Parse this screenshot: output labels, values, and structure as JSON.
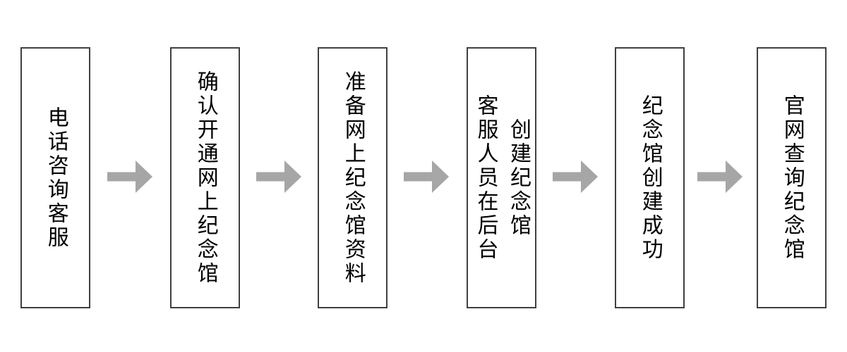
{
  "flowchart": {
    "title": "",
    "steps": [
      {
        "id": 1,
        "label": "电话咨询客服"
      },
      {
        "id": 2,
        "label": "确认开通网上纪念馆"
      },
      {
        "id": 3,
        "label": "准备网上纪念馆资料"
      },
      {
        "id": 4,
        "label": "客服人员在后台\n创建纪念馆"
      },
      {
        "id": 5,
        "label": "纪念馆创建成功"
      },
      {
        "id": 6,
        "label": "官网查询纪念馆"
      }
    ],
    "arrow_count": 5,
    "colors": {
      "box_border": "#404040",
      "box_fill": "#ffffff",
      "text": "#000000",
      "arrow": "#a6a6a6",
      "background": "#ffffff"
    }
  }
}
